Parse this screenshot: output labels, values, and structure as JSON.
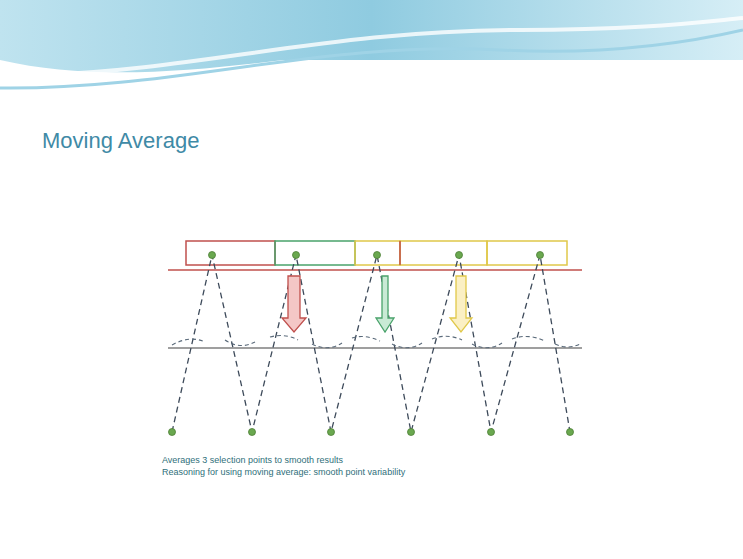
{
  "diagram": {
    "title": "Moving Average",
    "labels": [
      "Averages 3 selection points to smooth results",
      "Reasoning for using moving average: smooth point variability"
    ]
  }
}
